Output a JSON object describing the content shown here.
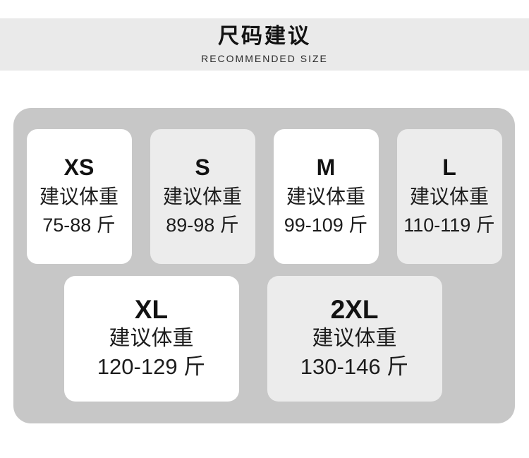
{
  "header": {
    "title": "尺码建议",
    "subtitle": "RECOMMENDED SIZE"
  },
  "size_cards": [
    {
      "size": "XS",
      "advice_label": "建议体重",
      "weight_range": "75-88 斤"
    },
    {
      "size": "S",
      "advice_label": "建议体重",
      "weight_range": "89-98 斤"
    },
    {
      "size": "M",
      "advice_label": "建议体重",
      "weight_range": "99-109 斤"
    },
    {
      "size": "L",
      "advice_label": "建议体重",
      "weight_range": "110-119 斤"
    },
    {
      "size": "XL",
      "advice_label": "建议体重",
      "weight_range": "120-129 斤"
    },
    {
      "size": "2XL",
      "advice_label": "建议体重",
      "weight_range": "130-146 斤"
    }
  ],
  "chart_data": {
    "type": "table",
    "title": "尺码建议",
    "subtitle": "RECOMMENDED SIZE",
    "columns": [
      "size",
      "建议体重 (斤)"
    ],
    "rows": [
      [
        "XS",
        "75-88"
      ],
      [
        "S",
        "89-98"
      ],
      [
        "M",
        "99-109"
      ],
      [
        "L",
        "110-119"
      ],
      [
        "XL",
        "120-129"
      ],
      [
        "2XL",
        "130-146"
      ]
    ],
    "unit": "斤"
  },
  "colors": {
    "page_background": "#ffffff",
    "header_band": "#eaeaea",
    "panel_background": "#c7c7c7",
    "card_white": "#ffffff",
    "card_light_gray": "#ececec",
    "text": "#121212"
  }
}
